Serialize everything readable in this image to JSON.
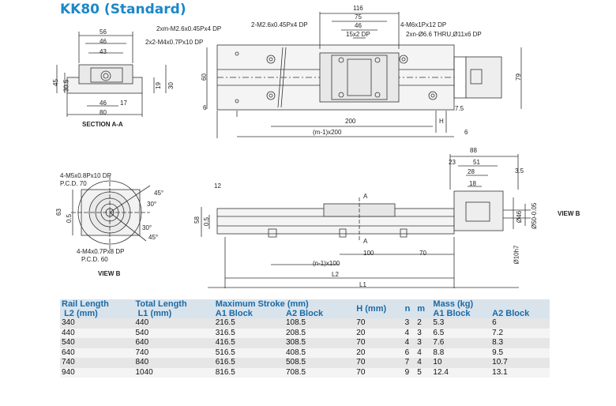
{
  "title": "KK80 (Standard)",
  "top_view": {
    "dim_116": "116",
    "dim_75": "75",
    "dim_46": "46",
    "dim_15x2dp": "15x2 DP",
    "note_m26_2": "2-M2.6x0.45Px4 DP",
    "note_m6": "4-M6x1Px12 DP",
    "note_m26_x": "2xm-M2.6x0.45Px4 DP",
    "note_thru": "2xn-Ø6.6 THRU,Ø11x6 DP",
    "note_m4": "2x2-M4x0.7Px10 DP",
    "dim_60": "60",
    "dim_79": "79",
    "dim_6_left": "6",
    "dim_7_5": "7.5",
    "dim_200": "200",
    "dim_h": "H",
    "dim_m1x200": "(m-1)x200",
    "dim_6_right": "6"
  },
  "section": {
    "dim_56": "56",
    "dim_46": "46",
    "dim_43": "43",
    "dim_45": "45",
    "dim_30_5": "30.5",
    "dim_19": "19",
    "dim_30": "30",
    "dim_46b": "46",
    "dim_17": "17",
    "dim_80": "80",
    "label": "SECTION A-A"
  },
  "side_view": {
    "dim_88": "88",
    "dim_23": "23",
    "dim_51": "51",
    "dim_28": "28",
    "dim_18": "18",
    "dim_3_5": "3.5",
    "dim_12": "12",
    "dim_58": "58",
    "dim_0_5": "0.5",
    "dim_46_dia": "Ø46",
    "dim_50": "Ø50-0.05",
    "dim_10h7": "Ø10h7",
    "dim_100": "100",
    "dim_70": "70",
    "dim_n1x100": "(n-1)x100",
    "dim_l2": "L2",
    "dim_l1": "L1",
    "label_a": "A",
    "view_b": "VIEW B"
  },
  "view_b": {
    "note_m5": "4-M5x0.8Px10 DP",
    "pcd_70": "P.C.D. 70",
    "note_m4": "4-M4x0.7Px8 DP",
    "pcd_60": "P.C.D. 60",
    "dim_63": "63",
    "dim_0_5": "0.5",
    "dim_45a": "45°",
    "dim_30a": "30°",
    "dim_30b": "30°",
    "dim_45b": "45°",
    "label": "VIEW B"
  },
  "table": {
    "headers": {
      "rail_length": "Rail Length",
      "rail_l2": "L2 (mm)",
      "total_length": "Total Length",
      "total_l1": "L1 (mm)",
      "max_stroke": "Maximum Stroke (mm)",
      "a1": "A1 Block",
      "a2": "A2 Block",
      "h": "H (mm)",
      "n": "n",
      "m": "m",
      "mass": "Mass (kg)",
      "mass_a1": "A1 Block",
      "mass_a2": "A2 Block"
    },
    "rows": [
      [
        "340",
        "440",
        "216.5",
        "108.5",
        "70",
        "3",
        "2",
        "5.3",
        "6"
      ],
      [
        "440",
        "540",
        "316.5",
        "208.5",
        "20",
        "4",
        "3",
        "6.5",
        "7.2"
      ],
      [
        "540",
        "640",
        "416.5",
        "308.5",
        "70",
        "4",
        "3",
        "7.6",
        "8.3"
      ],
      [
        "640",
        "740",
        "516.5",
        "408.5",
        "20",
        "6",
        "4",
        "8.8",
        "9.5"
      ],
      [
        "740",
        "840",
        "616.5",
        "508.5",
        "70",
        "7",
        "4",
        "10",
        "10.7"
      ],
      [
        "940",
        "1040",
        "816.5",
        "708.5",
        "70",
        "9",
        "5",
        "12.4",
        "13.1"
      ]
    ]
  }
}
